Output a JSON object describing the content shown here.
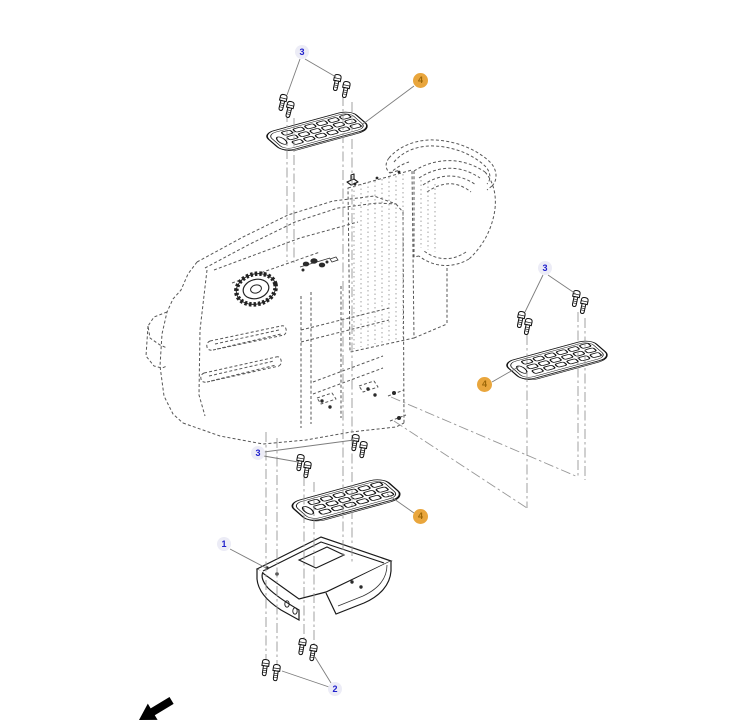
{
  "diagram": {
    "type": "exploded-parts-diagram",
    "callouts": [
      {
        "id": "3-top",
        "label": "3",
        "style": "blue",
        "refers_to": "screws-top-step"
      },
      {
        "id": "4-top",
        "label": "4",
        "style": "orange",
        "refers_to": "top-step-plate"
      },
      {
        "id": "3-right",
        "label": "3",
        "style": "blue",
        "refers_to": "screws-right-step"
      },
      {
        "id": "4-right",
        "label": "4",
        "style": "orange",
        "refers_to": "right-step-plate"
      },
      {
        "id": "3-middle",
        "label": "3",
        "style": "blue",
        "refers_to": "screws-middle-step"
      },
      {
        "id": "4-middle",
        "label": "4",
        "style": "orange",
        "refers_to": "middle-step-plate"
      },
      {
        "id": "1",
        "label": "1",
        "style": "blue",
        "refers_to": "mounting-bracket"
      },
      {
        "id": "2",
        "label": "2",
        "style": "blue",
        "refers_to": "bracket-screws"
      }
    ],
    "colors": {
      "callout_blue_text": "#2020cc",
      "callout_blue_bg": "#ececf6",
      "callout_orange_bg": "#e9a63d",
      "callout_orange_text": "#9c6708",
      "drawing_line": "#565656"
    },
    "icons": [
      "direction-arrow-icon"
    ]
  }
}
